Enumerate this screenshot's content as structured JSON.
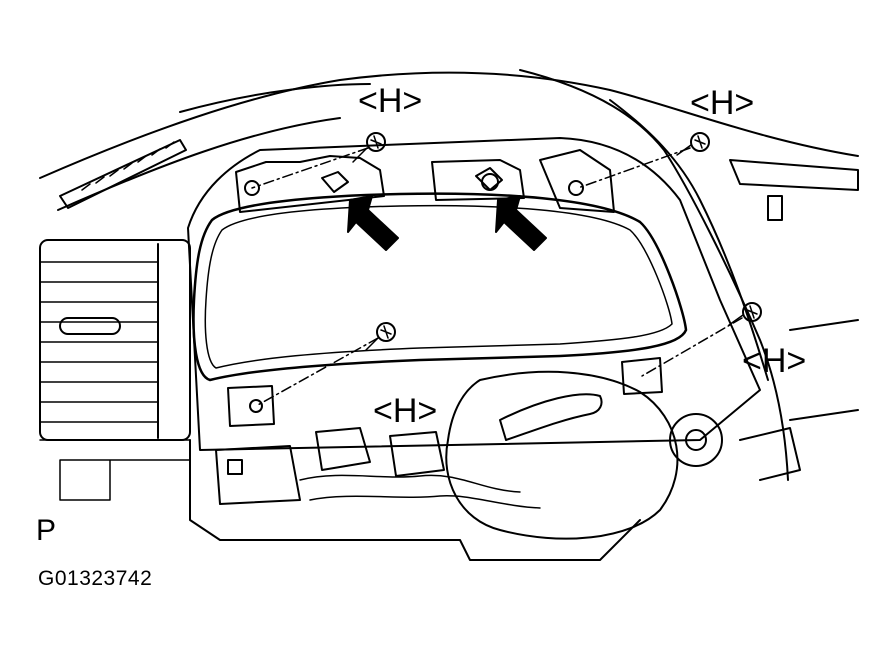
{
  "callouts": {
    "top_left": "<H>",
    "top_right": "<H>",
    "right": "<H>",
    "center": "<H>"
  },
  "view_letter": "P",
  "figure_id": "G01323742",
  "colors": {
    "ink": "#000000",
    "background": "#ffffff"
  }
}
